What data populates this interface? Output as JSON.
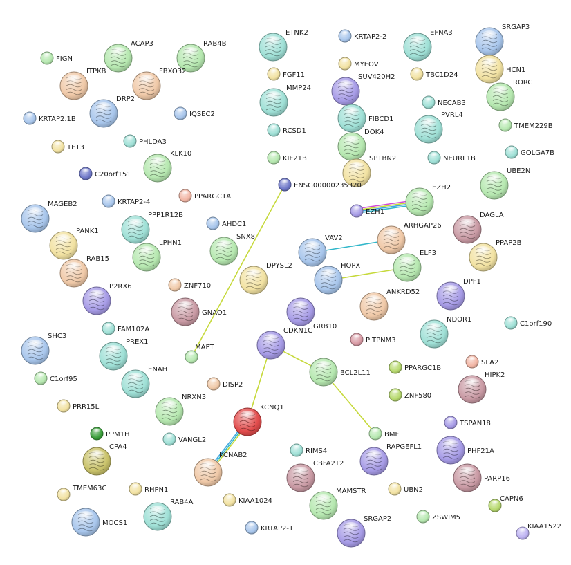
{
  "palette": {
    "lime": "#b7d96e",
    "yellow": "#f2e2a2",
    "teal": "#9fe0d6",
    "green": "#b6e8b0",
    "blue": "#a8c6ec",
    "navy": "#6f78c9",
    "purple": "#a69be6",
    "violet": "#bdb2f2",
    "salmon": "#f2b6a5",
    "peach": "#f0c9a8",
    "red": "#e14c4c",
    "darkgreen": "#3a9e3a",
    "olive": "#c9c26a",
    "pink": "#d89aa4",
    "tan": "#dcc79a",
    "mauve": "#c99aa4"
  },
  "edge_colors": {
    "textmining": "#c6d93b",
    "coexpression": "#2fb6c9",
    "experiments": "#d14ad8",
    "database": "#3fa7e0",
    "neighborhood": "#9fd12b"
  },
  "nodes": [
    {
      "id": "FIGN",
      "label": "FIGN",
      "color": "green",
      "size": "s",
      "structure": false
    },
    {
      "id": "ACAP3",
      "label": "ACAP3",
      "color": "green",
      "size": "l",
      "structure": true
    },
    {
      "id": "RAB4B",
      "label": "RAB4B",
      "color": "green",
      "size": "l",
      "structure": true
    },
    {
      "id": "ETNK2",
      "label": "ETNK2",
      "color": "teal",
      "size": "l",
      "structure": true
    },
    {
      "id": "KRTAP2-2",
      "label": "KRTAP2-2",
      "color": "blue",
      "size": "s",
      "structure": false
    },
    {
      "id": "EFNA3",
      "label": "EFNA3",
      "color": "teal",
      "size": "l",
      "structure": true
    },
    {
      "id": "SRGAP3",
      "label": "SRGAP3",
      "color": "blue",
      "size": "l",
      "structure": true
    },
    {
      "id": "ITPKB",
      "label": "ITPKB",
      "color": "peach",
      "size": "l",
      "structure": true
    },
    {
      "id": "FBXO32",
      "label": "FBXO32",
      "color": "peach",
      "size": "l",
      "structure": true
    },
    {
      "id": "FGF11",
      "label": "FGF11",
      "color": "yellow",
      "size": "s",
      "structure": false
    },
    {
      "id": "MYEOV",
      "label": "MYEOV",
      "color": "yellow",
      "size": "s",
      "structure": false
    },
    {
      "id": "TBC1D24",
      "label": "TBC1D24",
      "color": "yellow",
      "size": "s",
      "structure": false
    },
    {
      "id": "HCN1",
      "label": "HCN1",
      "color": "yellow",
      "size": "l",
      "structure": true
    },
    {
      "id": "SUV420H2",
      "label": "SUV420H2",
      "color": "purple",
      "size": "l",
      "structure": true
    },
    {
      "id": "DRP2",
      "label": "DRP2",
      "color": "blue",
      "size": "l",
      "structure": true
    },
    {
      "id": "MMP24",
      "label": "MMP24",
      "color": "teal",
      "size": "l",
      "structure": true
    },
    {
      "id": "RORC",
      "label": "RORC",
      "color": "green",
      "size": "l",
      "structure": true
    },
    {
      "id": "NECAB3",
      "label": "NECAB3",
      "color": "teal",
      "size": "s",
      "structure": false
    },
    {
      "id": "IQSEC2",
      "label": "IQSEC2",
      "color": "blue",
      "size": "s",
      "structure": false
    },
    {
      "id": "KRTAP2.1B",
      "label": "KRTAP2.1B",
      "color": "blue",
      "size": "s",
      "structure": false
    },
    {
      "id": "FIBCD1",
      "label": "FIBCD1",
      "color": "teal",
      "size": "l",
      "structure": true
    },
    {
      "id": "RCSD1",
      "label": "RCSD1",
      "color": "teal",
      "size": "s",
      "structure": false
    },
    {
      "id": "PVRL4",
      "label": "PVRL4",
      "color": "teal",
      "size": "l",
      "structure": true
    },
    {
      "id": "TMEM229B",
      "label": "TMEM229B",
      "color": "green",
      "size": "s",
      "structure": false
    },
    {
      "id": "PHLDA3",
      "label": "PHLDA3",
      "color": "teal",
      "size": "s",
      "structure": false
    },
    {
      "id": "DOK4",
      "label": "DOK4",
      "color": "green",
      "size": "l",
      "structure": true
    },
    {
      "id": "TET3",
      "label": "TET3",
      "color": "yellow",
      "size": "s",
      "structure": false
    },
    {
      "id": "KIF21B",
      "label": "KIF21B",
      "color": "green",
      "size": "s",
      "structure": false
    },
    {
      "id": "SPTBN2",
      "label": "SPTBN2",
      "color": "yellow",
      "size": "l",
      "structure": true
    },
    {
      "id": "NEURL1B",
      "label": "NEURL1B",
      "color": "teal",
      "size": "s",
      "structure": false
    },
    {
      "id": "GOLGA7B",
      "label": "GOLGA7B",
      "color": "teal",
      "size": "s",
      "structure": false
    },
    {
      "id": "KLK10",
      "label": "KLK10",
      "color": "green",
      "size": "l",
      "structure": true
    },
    {
      "id": "C20orf151",
      "label": "C20orf151",
      "color": "navy",
      "size": "s",
      "structure": false
    },
    {
      "id": "ENSG00000235320",
      "label": "ENSG00000235320",
      "color": "navy",
      "size": "s",
      "structure": false
    },
    {
      "id": "UBE2N",
      "label": "UBE2N",
      "color": "green",
      "size": "l",
      "structure": true
    },
    {
      "id": "PPARGC1A",
      "label": "PPARGC1A",
      "color": "salmon",
      "size": "s",
      "structure": false
    },
    {
      "id": "KRTAP2-4",
      "label": "KRTAP2-4",
      "color": "blue",
      "size": "s",
      "structure": false
    },
    {
      "id": "EZH2",
      "label": "EZH2",
      "color": "green",
      "size": "l",
      "structure": true
    },
    {
      "id": "MAGEB2",
      "label": "MAGEB2",
      "color": "blue",
      "size": "l",
      "structure": true
    },
    {
      "id": "EZH1",
      "label": "EZH1",
      "color": "purple",
      "size": "s",
      "structure": false
    },
    {
      "id": "AHDC1",
      "label": "AHDC1",
      "color": "blue",
      "size": "s",
      "structure": false
    },
    {
      "id": "PPP1R12B",
      "label": "PPP1R12B",
      "color": "teal",
      "size": "l",
      "structure": true
    },
    {
      "id": "DAGLA",
      "label": "DAGLA",
      "color": "mauve",
      "size": "l",
      "structure": true
    },
    {
      "id": "PANK1",
      "label": "PANK1",
      "color": "yellow",
      "size": "l",
      "structure": true
    },
    {
      "id": "SNX8",
      "label": "SNX8",
      "color": "green",
      "size": "l",
      "structure": true
    },
    {
      "id": "ARHGAP26",
      "label": "ARHGAP26",
      "color": "peach",
      "size": "l",
      "structure": true
    },
    {
      "id": "VAV2",
      "label": "VAV2",
      "color": "blue",
      "size": "l",
      "structure": true
    },
    {
      "id": "LPHN1",
      "label": "LPHN1",
      "color": "green",
      "size": "l",
      "structure": true
    },
    {
      "id": "PPAP2B",
      "label": "PPAP2B",
      "color": "yellow",
      "size": "l",
      "structure": true
    },
    {
      "id": "RAB15",
      "label": "RAB15",
      "color": "peach",
      "size": "l",
      "structure": true
    },
    {
      "id": "ELF3",
      "label": "ELF3",
      "color": "green",
      "size": "l",
      "structure": true
    },
    {
      "id": "DPYSL2",
      "label": "DPYSL2",
      "color": "yellow",
      "size": "l",
      "structure": true
    },
    {
      "id": "HOPX",
      "label": "HOPX",
      "color": "blue",
      "size": "l",
      "structure": true
    },
    {
      "id": "P2RX6",
      "label": "P2RX6",
      "color": "purple",
      "size": "l",
      "structure": true
    },
    {
      "id": "ZNF710",
      "label": "ZNF710",
      "color": "peach",
      "size": "s",
      "structure": false
    },
    {
      "id": "DPF1",
      "label": "DPF1",
      "color": "purple",
      "size": "l",
      "structure": true
    },
    {
      "id": "GNAO1",
      "label": "GNAO1",
      "color": "mauve",
      "size": "l",
      "structure": true
    },
    {
      "id": "GRB10",
      "label": "GRB10",
      "color": "purple",
      "size": "l",
      "structure": true
    },
    {
      "id": "ANKRD52",
      "label": "ANKRD52",
      "color": "peach",
      "size": "l",
      "structure": true
    },
    {
      "id": "C1orf190",
      "label": "C1orf190",
      "color": "teal",
      "size": "s",
      "structure": false
    },
    {
      "id": "FAM102A",
      "label": "FAM102A",
      "color": "teal",
      "size": "s",
      "structure": false
    },
    {
      "id": "NDOR1",
      "label": "NDOR1",
      "color": "teal",
      "size": "l",
      "structure": true
    },
    {
      "id": "SHC3",
      "label": "SHC3",
      "color": "blue",
      "size": "l",
      "structure": true
    },
    {
      "id": "CDKN1C",
      "label": "CDKN1C",
      "color": "purple",
      "size": "l",
      "structure": true
    },
    {
      "id": "PITPNM3",
      "label": "PITPNM3",
      "color": "pink",
      "size": "s",
      "structure": false
    },
    {
      "id": "PREX1",
      "label": "PREX1",
      "color": "teal",
      "size": "l",
      "structure": true
    },
    {
      "id": "MAPT",
      "label": "MAPT",
      "color": "green",
      "size": "s",
      "structure": false
    },
    {
      "id": "BCL2L11",
      "label": "BCL2L11",
      "color": "green",
      "size": "l",
      "structure": true
    },
    {
      "id": "SLA2",
      "label": "SLA2",
      "color": "salmon",
      "size": "s",
      "structure": false
    },
    {
      "id": "C1orf95",
      "label": "C1orf95",
      "color": "green",
      "size": "s",
      "structure": false
    },
    {
      "id": "PPARGC1B",
      "label": "PPARGC1B",
      "color": "lime",
      "size": "s",
      "structure": false
    },
    {
      "id": "ENAH",
      "label": "ENAH",
      "color": "teal",
      "size": "l",
      "structure": true
    },
    {
      "id": "DISP2",
      "label": "DISP2",
      "color": "peach",
      "size": "s",
      "structure": false
    },
    {
      "id": "HIPK2",
      "label": "HIPK2",
      "color": "mauve",
      "size": "l",
      "structure": true
    },
    {
      "id": "PRR15L",
      "label": "PRR15L",
      "color": "yellow",
      "size": "s",
      "structure": false
    },
    {
      "id": "NRXN3",
      "label": "NRXN3",
      "color": "green",
      "size": "l",
      "structure": true
    },
    {
      "id": "ZNF580",
      "label": "ZNF580",
      "color": "lime",
      "size": "s",
      "structure": false
    },
    {
      "id": "KCNQ1",
      "label": "KCNQ1",
      "color": "red",
      "size": "l",
      "structure": true
    },
    {
      "id": "TSPAN18",
      "label": "TSPAN18",
      "color": "purple",
      "size": "s",
      "structure": false
    },
    {
      "id": "PPM1H",
      "label": "PPM1H",
      "color": "darkgreen",
      "size": "s",
      "structure": false
    },
    {
      "id": "BMF",
      "label": "BMF",
      "color": "green",
      "size": "s",
      "structure": false
    },
    {
      "id": "VANGL2",
      "label": "VANGL2",
      "color": "teal",
      "size": "s",
      "structure": false
    },
    {
      "id": "PHF21A",
      "label": "PHF21A",
      "color": "purple",
      "size": "l",
      "structure": true
    },
    {
      "id": "RIMS4",
      "label": "RIMS4",
      "color": "teal",
      "size": "s",
      "structure": false
    },
    {
      "id": "CPA4",
      "label": "CPA4",
      "color": "olive",
      "size": "l",
      "structure": true
    },
    {
      "id": "RAPGEFL1",
      "label": "RAPGEFL1",
      "color": "purple",
      "size": "l",
      "structure": true
    },
    {
      "id": "KCNAB2",
      "label": "KCNAB2",
      "color": "peach",
      "size": "l",
      "structure": true
    },
    {
      "id": "CBFA2T2",
      "label": "CBFA2T2",
      "color": "mauve",
      "size": "l",
      "structure": true
    },
    {
      "id": "PARP16",
      "label": "PARP16",
      "color": "mauve",
      "size": "l",
      "structure": true
    },
    {
      "id": "RHPN1",
      "label": "RHPN1",
      "color": "yellow",
      "size": "s",
      "structure": false
    },
    {
      "id": "UBN2",
      "label": "UBN2",
      "color": "yellow",
      "size": "s",
      "structure": false
    },
    {
      "id": "TMEM63C",
      "label": "TMEM63C",
      "color": "yellow",
      "size": "s",
      "structure": false
    },
    {
      "id": "KIAA1024",
      "label": "KIAA1024",
      "color": "yellow",
      "size": "s",
      "structure": false
    },
    {
      "id": "MAMSTR",
      "label": "MAMSTR",
      "color": "green",
      "size": "l",
      "structure": true
    },
    {
      "id": "CAPN6",
      "label": "CAPN6",
      "color": "lime",
      "size": "s",
      "structure": false
    },
    {
      "id": "MOCS1",
      "label": "MOCS1",
      "color": "blue",
      "size": "l",
      "structure": true
    },
    {
      "id": "RAB4A",
      "label": "RAB4A",
      "color": "teal",
      "size": "l",
      "structure": true
    },
    {
      "id": "ZSWIM5",
      "label": "ZSWIM5",
      "color": "green",
      "size": "s",
      "structure": false
    },
    {
      "id": "KRTAP2-1",
      "label": "KRTAP2-1",
      "color": "blue",
      "size": "s",
      "structure": false
    },
    {
      "id": "SRGAP2",
      "label": "SRGAP2",
      "color": "purple",
      "size": "l",
      "structure": true
    },
    {
      "id": "KIAA1522",
      "label": "KIAA1522",
      "color": "violet",
      "size": "s",
      "structure": false
    }
  ],
  "edges": [
    {
      "from": "ENSG00000235320",
      "to": "MAPT",
      "types": [
        "textmining"
      ]
    },
    {
      "from": "EZH1",
      "to": "EZH2",
      "types": [
        "experiments",
        "textmining",
        "database",
        "coexpression"
      ]
    },
    {
      "from": "VAV2",
      "to": "ARHGAP26",
      "types": [
        "coexpression"
      ]
    },
    {
      "from": "HOPX",
      "to": "ELF3",
      "types": [
        "textmining"
      ]
    },
    {
      "from": "CDKN1C",
      "to": "BCL2L11",
      "types": [
        "textmining"
      ]
    },
    {
      "from": "BCL2L11",
      "to": "BMF",
      "types": [
        "textmining"
      ]
    },
    {
      "from": "CDKN1C",
      "to": "KCNQ1",
      "types": [
        "textmining"
      ]
    },
    {
      "from": "KCNQ1",
      "to": "KCNAB2",
      "types": [
        "textmining",
        "coexpression",
        "database"
      ]
    }
  ]
}
